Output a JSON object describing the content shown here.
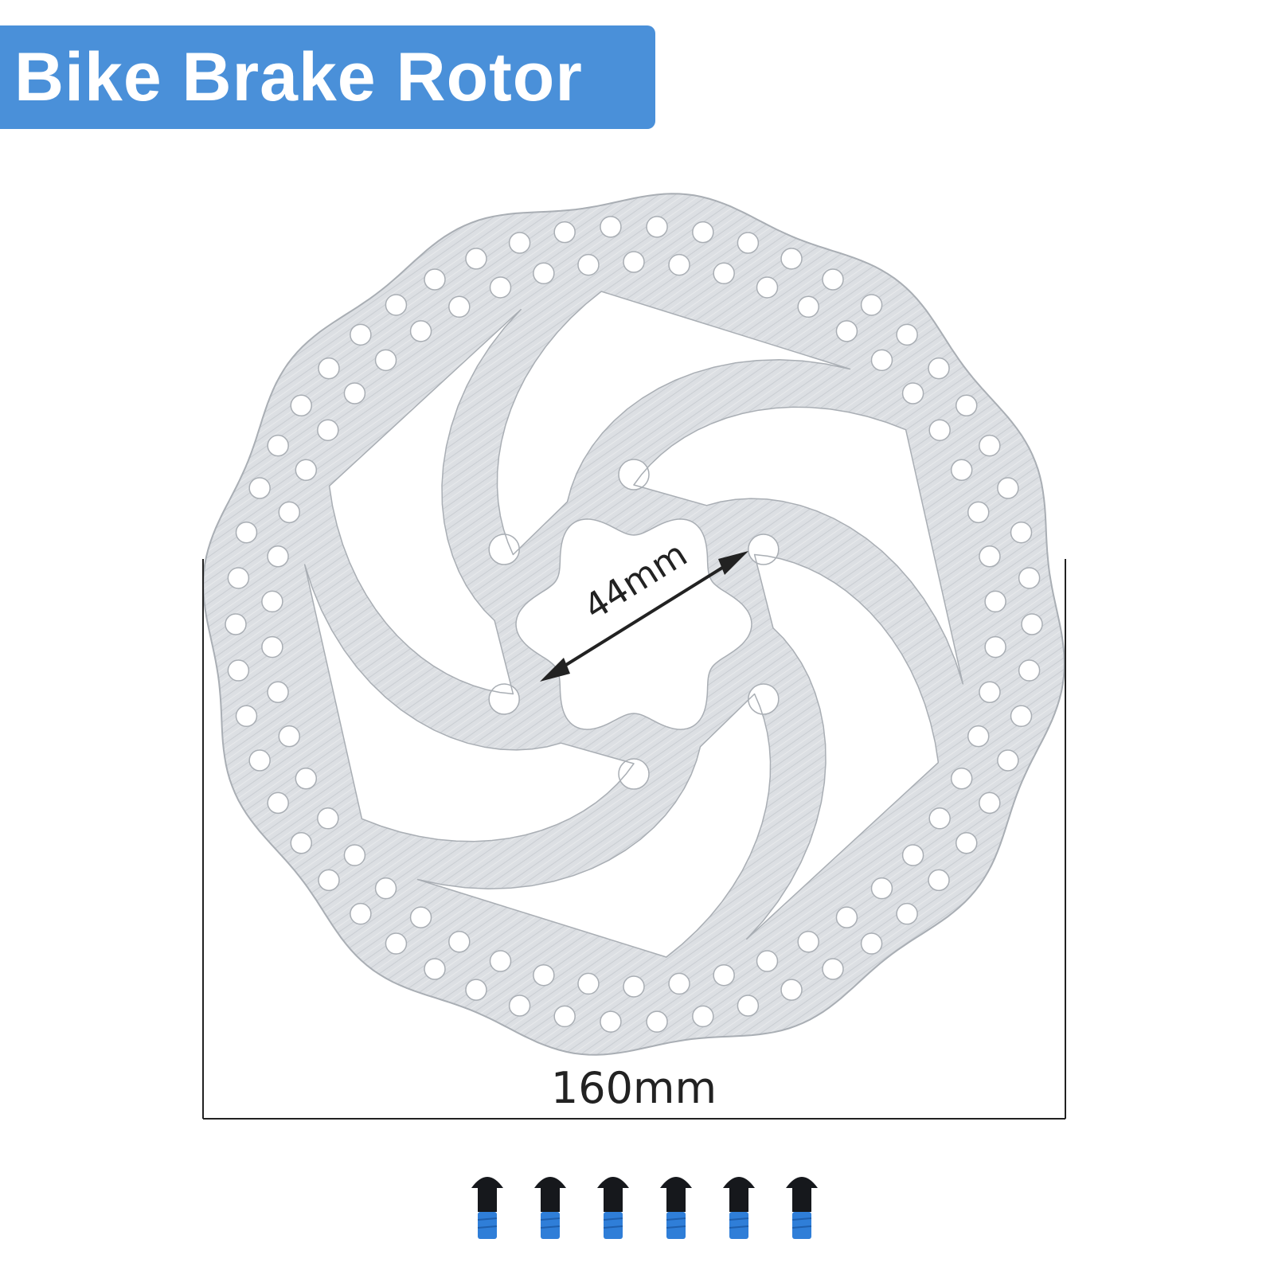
{
  "title": "Bike Brake Rotor",
  "dimensions": {
    "inner": "44mm",
    "outer": "160mm"
  },
  "colors": {
    "banner": "#4a90d9",
    "rotor": "#d9dde2",
    "rotor_edge": "#a9aeb4",
    "dimension_line": "#222222",
    "bolt_head": "#16181c",
    "bolt_thread": "#2f7ed8"
  },
  "icons": {
    "rotor": "brake-rotor-icon",
    "bolt": "bolt-icon"
  },
  "bolts": {
    "count": 6
  }
}
